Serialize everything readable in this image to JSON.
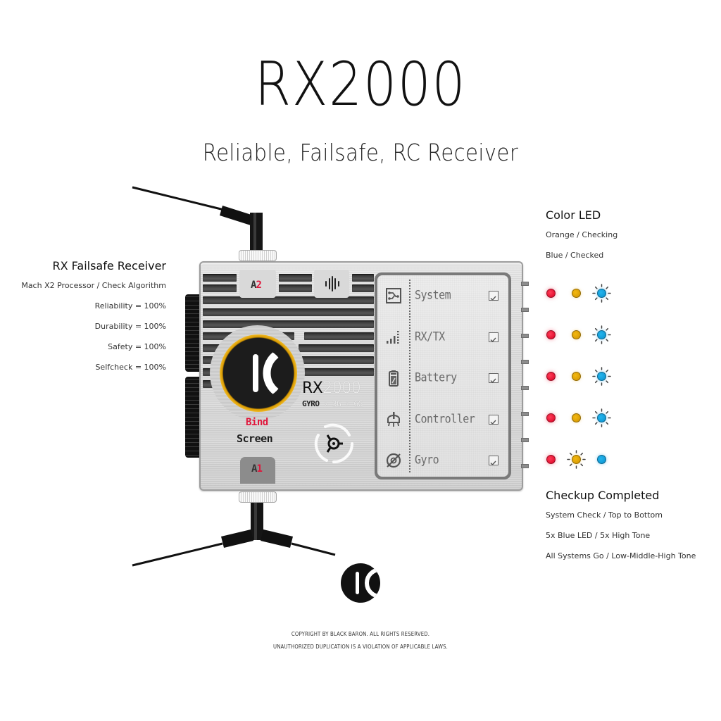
{
  "header": {
    "title": "RX2000",
    "subtitle": "Reliable, Failsafe, RC Receiver"
  },
  "left_info": {
    "heading": "RX Failsafe Receiver",
    "lines": [
      "Mach X2 Processor / Check Algorithm",
      "Reliability = 100%",
      "Durability = 100%",
      "Safety = 100%",
      "Selfcheck = 100%"
    ]
  },
  "color_led": {
    "heading": "Color LED",
    "lines": [
      "Orange / Checking",
      "Blue / Checked"
    ],
    "colors": {
      "red": "#e8002b",
      "orange": "#e0a600",
      "blue": "#119fdc"
    },
    "rows": [
      {
        "active": "blue"
      },
      {
        "active": "blue"
      },
      {
        "active": "blue"
      },
      {
        "active": "blue"
      },
      {
        "active": "orange"
      }
    ]
  },
  "checkup": {
    "heading": "Checkup Completed",
    "lines": [
      "System Check / Top to Bottom",
      "5x Blue LED / 5x High Tone",
      "All Systems Go / Low-Middle-High Tone"
    ]
  },
  "device": {
    "antenna_top_tag_prefix": "A",
    "antenna_top_tag_num": "2",
    "antenna_bottom_tag_prefix": "A",
    "antenna_bottom_tag_num": "1",
    "model_bold": "RX",
    "model_light": "2000",
    "gyro_bold": "GYRO",
    "gyro_modes": "› 3G › 6G",
    "bind_label": "Bind",
    "screen_label": "Screen",
    "accent_ring": "#f0b01c",
    "accent_red": "#e0163b",
    "screen": {
      "items": [
        {
          "label": "System",
          "icon": "circuit-icon",
          "checked": true
        },
        {
          "label": "RX/TX",
          "icon": "signal-icon",
          "checked": true
        },
        {
          "label": "Battery",
          "icon": "battery-icon",
          "checked": true
        },
        {
          "label": "Controller",
          "icon": "joystick-icon",
          "checked": true
        },
        {
          "label": "Gyro",
          "icon": "gyro-icon",
          "checked": true
        }
      ]
    }
  },
  "footer": {
    "line1": "COPYRIGHT BY BLACK BARON. ALL RIGHTS RESERVED.",
    "line2": "UNAUTHORIZED DUPLICATION IS A VIOLATION OF APPLICABLE LAWS."
  }
}
